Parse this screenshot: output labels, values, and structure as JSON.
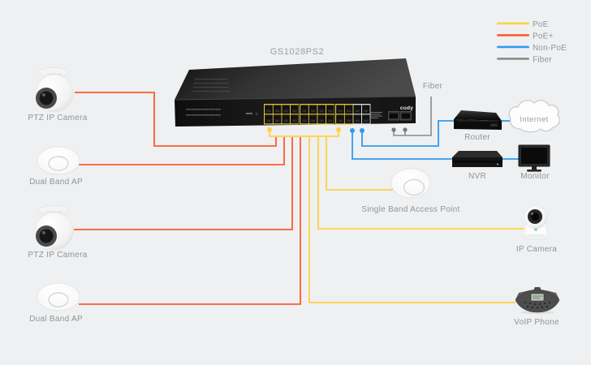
{
  "title": "GS1028PS2",
  "legend": {
    "items": [
      {
        "label": "PoE",
        "color": "#FFD147"
      },
      {
        "label": "PoE+",
        "color": "#FF5A2E"
      },
      {
        "label": "Non-PoE",
        "color": "#2E9BF0"
      },
      {
        "label": "Fiber",
        "color": "#8A8A8A"
      }
    ]
  },
  "switch": {
    "model": "GS1028PS2",
    "brand": "cudy",
    "fiber_label": "Fiber"
  },
  "devices": {
    "ptz_camera_1": {
      "label": "PTZ IP Camera",
      "connection": "PoE+"
    },
    "dual_band_ap_1": {
      "label": "Dual Band AP",
      "connection": "PoE+"
    },
    "ptz_camera_2": {
      "label": "PTZ IP Camera",
      "connection": "PoE+"
    },
    "dual_band_ap_2": {
      "label": "Dual Band AP",
      "connection": "PoE+"
    },
    "router": {
      "label": "Router",
      "connection": "Non-PoE"
    },
    "internet": {
      "label": "Internet",
      "connection": "Non-PoE"
    },
    "nvr": {
      "label": "NVR",
      "connection": "Non-PoE"
    },
    "monitor": {
      "label": "Monitor",
      "connection": "Non-PoE"
    },
    "single_band_ap": {
      "label": "Single Band Access Point",
      "connection": "PoE"
    },
    "ip_camera": {
      "label": "IP Camera",
      "connection": "PoE"
    },
    "voip_phone": {
      "label": "VoIP Phone",
      "connection": "PoE"
    }
  }
}
